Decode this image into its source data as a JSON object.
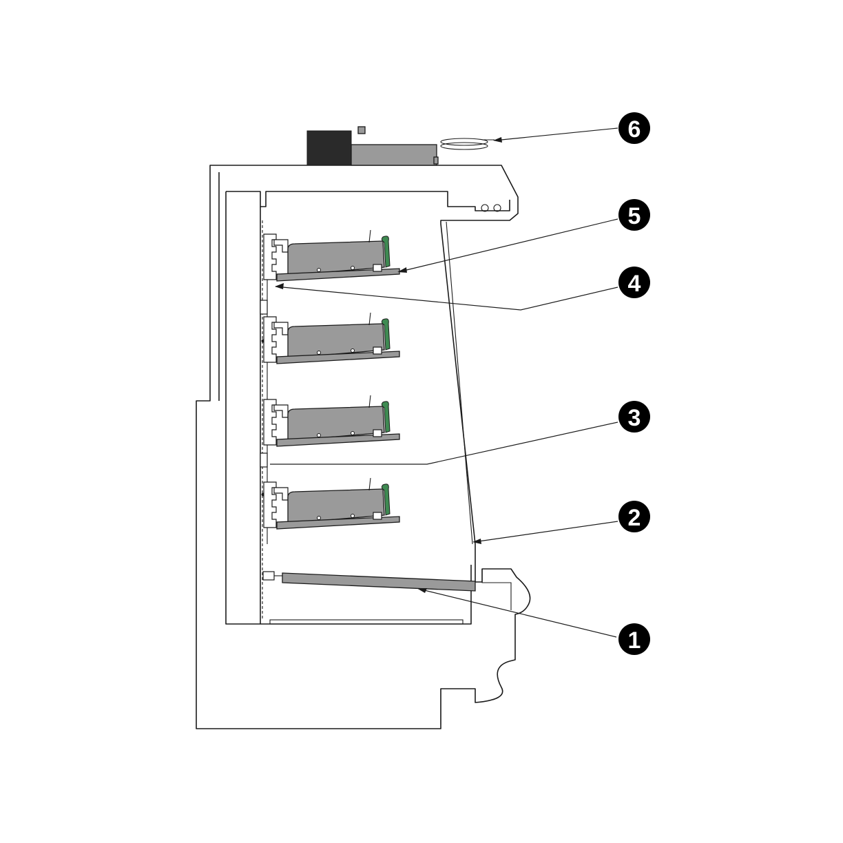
{
  "diagram": {
    "callouts": [
      {
        "label": "1"
      },
      {
        "label": "2"
      },
      {
        "label": "3"
      },
      {
        "label": "4"
      },
      {
        "label": "5"
      },
      {
        "label": "6"
      }
    ],
    "colors": {
      "line": "#1a1a1a",
      "part_fill": "#9a9a9a",
      "handle": "#3f8a52",
      "callout_fill": "#000000",
      "callout_text": "#ffffff"
    }
  }
}
